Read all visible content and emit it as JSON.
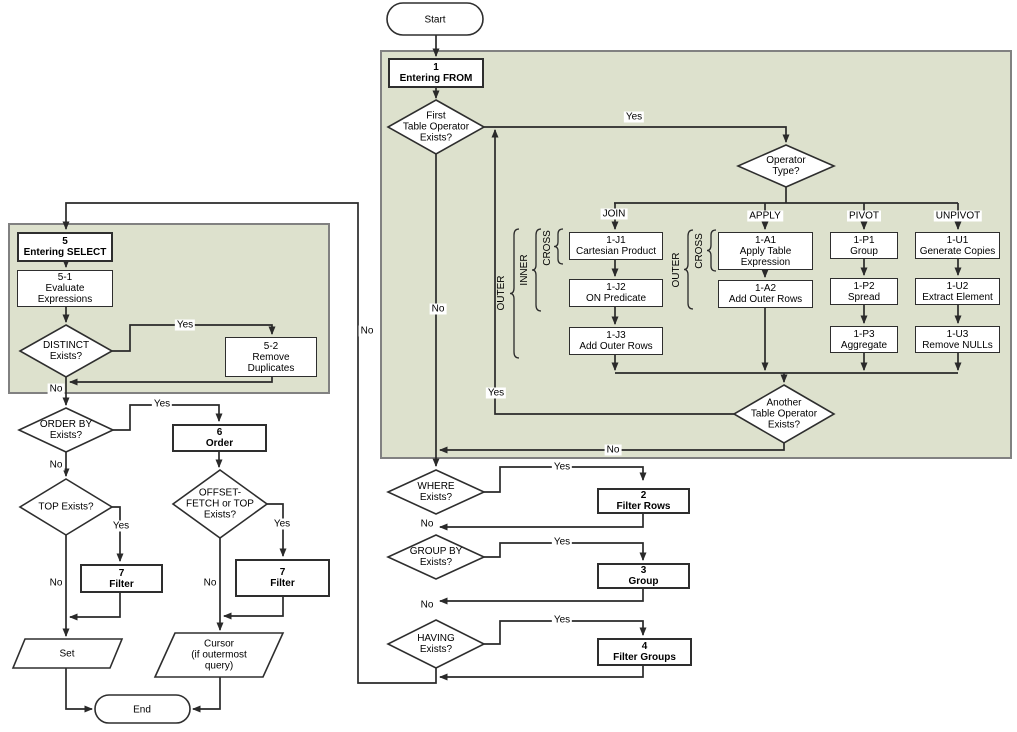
{
  "labels": {
    "yes": "Yes",
    "no": "No",
    "brace": "{"
  },
  "start": {
    "label": "Start"
  },
  "end": {
    "label": "End"
  },
  "from_phase": {
    "step": {
      "num": "1",
      "title": "Entering FROM"
    },
    "first_op": {
      "label": "First\nTable Operator\nExists?"
    },
    "operator_type": {
      "label": "Operator\nType?"
    },
    "another_op": {
      "label": "Another\nTable Operator\nExists?"
    },
    "branches": {
      "join": "JOIN",
      "apply": "APPLY",
      "pivot": "PIVOT",
      "unpivot": "UNPIVOT"
    },
    "join_modifiers": {
      "outer": "OUTER",
      "inner": "INNER",
      "cross": "CROSS"
    },
    "apply_modifiers": {
      "outer": "OUTER",
      "cross": "CROSS"
    },
    "j1": {
      "num": "1-J1",
      "title": "Cartesian Product"
    },
    "j2": {
      "num": "1-J2",
      "title": "ON Predicate"
    },
    "j3": {
      "num": "1-J3",
      "title": "Add Outer Rows"
    },
    "a1": {
      "num": "1-A1",
      "title": "Apply Table\nExpression"
    },
    "a2": {
      "num": "1-A2",
      "title": "Add Outer Rows"
    },
    "p1": {
      "num": "1-P1",
      "title": "Group"
    },
    "p2": {
      "num": "1-P2",
      "title": "Spread"
    },
    "p3": {
      "num": "1-P3",
      "title": "Aggregate"
    },
    "u1": {
      "num": "1-U1",
      "title": "Generate Copies"
    },
    "u2": {
      "num": "1-U2",
      "title": "Extract Element"
    },
    "u3": {
      "num": "1-U3",
      "title": "Remove NULLs"
    }
  },
  "main_flow": {
    "where": {
      "label": "WHERE\nExists?"
    },
    "filter_rows": {
      "num": "2",
      "title": "Filter Rows"
    },
    "group_by": {
      "label": "GROUP BY\nExists?"
    },
    "group": {
      "num": "3",
      "title": "Group"
    },
    "having": {
      "label": "HAVING\nExists?"
    },
    "filter_groups": {
      "num": "4",
      "title": "Filter Groups"
    }
  },
  "select_phase": {
    "step": {
      "num": "5",
      "title": "Entering SELECT"
    },
    "evaluate": {
      "num": "5-1",
      "title": "Evaluate\nExpressions"
    },
    "distinct": {
      "label": "DISTINCT\nExists?"
    },
    "remove_dup": {
      "num": "5-2",
      "title": "Remove\nDuplicates"
    }
  },
  "presentation": {
    "order_by": {
      "label": "ORDER BY\nExists?"
    },
    "order": {
      "num": "6",
      "title": "Order"
    },
    "top": {
      "label": "TOP Exists?"
    },
    "offset": {
      "label": "OFFSET-\nFETCH or TOP\nExists?"
    },
    "filter_top": {
      "num": "7",
      "title": "Filter"
    },
    "filter_offset": {
      "num": "7",
      "title": "Filter"
    },
    "set_output": {
      "label": "Set"
    },
    "cursor_output": {
      "label": "Cursor\n(if outermost\nquery)"
    }
  },
  "colors": {
    "region_fill": "#dde1cd",
    "region_border": "#818181",
    "line": "#2a2a2a"
  }
}
